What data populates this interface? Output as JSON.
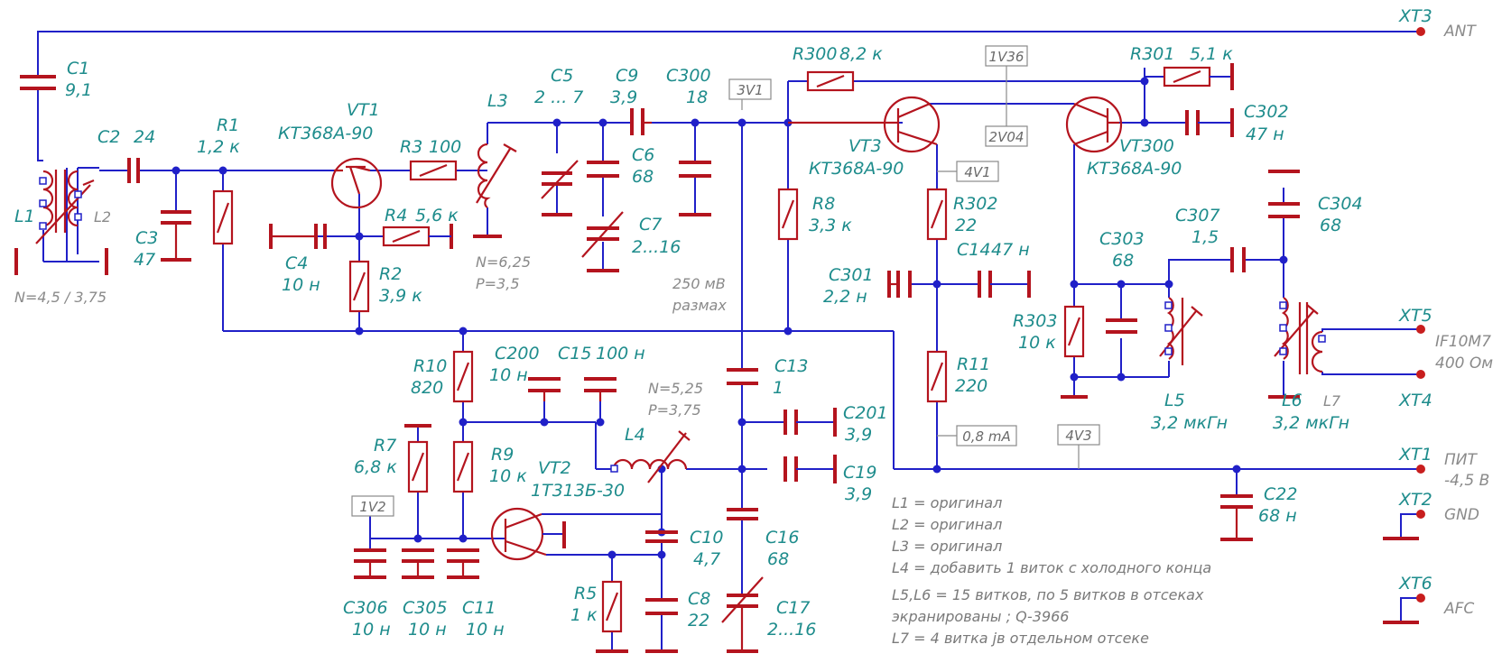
{
  "labels": {
    "xt3": "XT3",
    "ant": "ANT",
    "c1": "C1",
    "c1v": "9,1",
    "c2": "C2",
    "c2v": "24",
    "l1": "L1",
    "l2": "L2",
    "l1n": "N=4,5 / 3,75",
    "c3": "C3",
    "c3v": "47",
    "r1": "R1",
    "r1v": "1,2 к",
    "vt1": "VT1",
    "vt1t": "КТ368А-90",
    "r3": "R3",
    "r3v": "100",
    "r4": "R4",
    "r4v": "5,6 к",
    "c4": "C4",
    "c4v": "10 н",
    "r2": "R2",
    "r2v": "3,9 к",
    "l3": "L3",
    "l3n": "N=6,25",
    "l3p": "P=3,5",
    "c5": "C5",
    "c5v": "2 ... 7",
    "c9": "C9",
    "c9v": "3,9",
    "c300": "C300",
    "c300v": "18",
    "c6": "C6",
    "c6v": "68",
    "c7": "C7",
    "c7v": "2...16",
    "t3v1": "3V1",
    "vpp1": "250 мВ",
    "vpp2": "размах",
    "r300": "R300",
    "r300v": "8,2 к",
    "t1v36": "1V36",
    "r301": "R301",
    "r301v": "5,1 к",
    "c302": "C302",
    "c302v": "47 н",
    "t2v04": "2V04",
    "vt3": "VT3",
    "vt3t": "КТ368А-90",
    "vt300": "VT300",
    "vt300t": "КТ368А-90",
    "t4v1": "4V1",
    "r8": "R8",
    "r8v": "3,3 к",
    "r302": "R302",
    "r302v": "22",
    "c14": "C14",
    "c14v": "47 н",
    "c301": "C301",
    "c301v": "2,2 н",
    "c303": "C303",
    "c303v": "68",
    "c307": "C307",
    "c307v": "1,5",
    "c304": "C304",
    "c304v": "68",
    "r303": "R303",
    "r303v": "10 к",
    "l5": "L5",
    "l5v": "3,2 мкГн",
    "l6": "L6",
    "l7": "L7",
    "l6v": "3,2 мкГн",
    "xt5": "XT5",
    "if1": "IF10M7",
    "if2": "400 Ом",
    "xt4": "XT4",
    "r11": "R11",
    "r11v": "220",
    "t08": "0,8 mA",
    "t4v3": "4V3",
    "xt1": "XT1",
    "pit1": "ПИТ",
    "pit2": "-4,5 В",
    "c22": "C22",
    "c22v": "68 н",
    "xt2": "XT2",
    "gnd": "GND",
    "xt6": "XT6",
    "afc": "AFC",
    "r10": "R10",
    "r10v": "820",
    "c200": "C200",
    "c200v": "10 н",
    "c15": "C15",
    "c15v": "100 н",
    "c13": "C13",
    "c13v": "1",
    "c201": "C201",
    "c201v": "3,9",
    "c19": "C19",
    "c19v": "3,9",
    "l4": "L4",
    "l4n": "N=5,25",
    "l4p": "P=3,75",
    "r7": "R7",
    "r7v": "6,8 к",
    "r9": "R9",
    "r9v": "10 к",
    "vt2": "VT2",
    "vt2t": "1Т313Б-30",
    "t1v2": "1V2",
    "c10": "C10",
    "c10v": "4,7",
    "c16": "C16",
    "c16v": "68",
    "c8": "C8",
    "c8v": "22",
    "r5": "R5",
    "r5v": "1 к",
    "c17": "C17",
    "c17v": "2...16",
    "c306": "C306",
    "c306v": "10 н",
    "c305": "C305",
    "c305v": "10 н",
    "c11": "C11",
    "c11v": "10 н"
  },
  "notes": [
    "L1 = оригинал",
    "L2 = оригинал",
    "L3 = оригинал",
    "L4 = добавить 1 виток с холодного конца",
    "L5,L6 = 15 витков, по 5 витков в отсеках",
    "экранированы ; Q-3966",
    "L7 = 4 витка jв отдельном отсеке"
  ],
  "colors": {
    "wire": "#2020c8",
    "component": "#b4141e",
    "label": "#1e8c8c",
    "note": "#7a7a7a"
  }
}
